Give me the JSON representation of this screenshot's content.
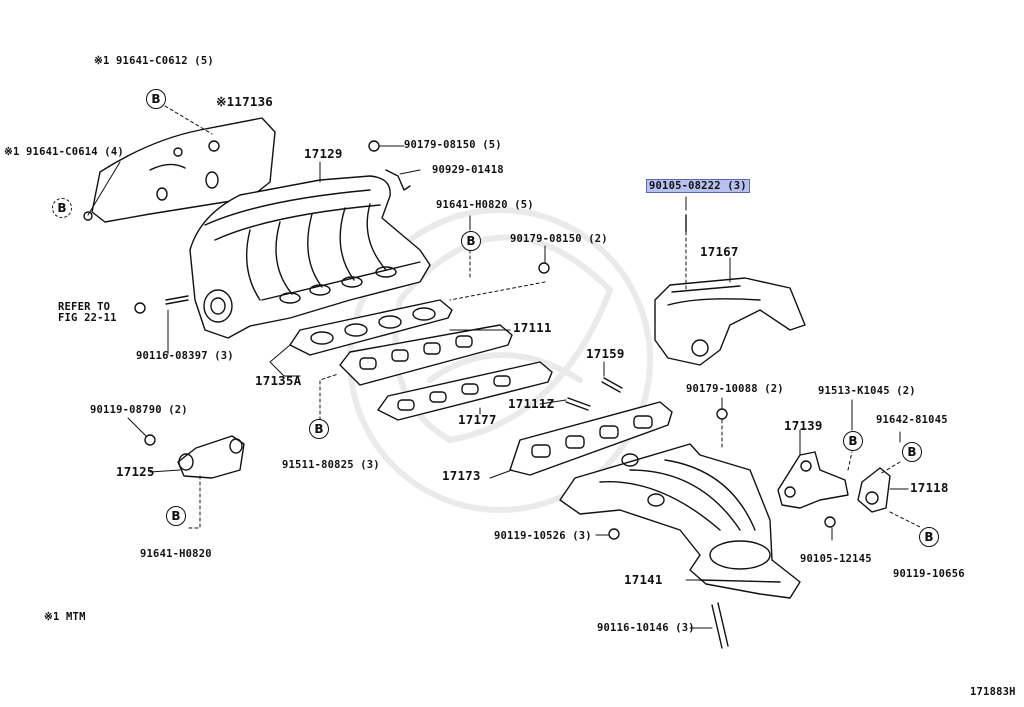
{
  "diagram_id": "171883H",
  "footnote": "※1 MTM",
  "callout_letter": "B",
  "refer_note": [
    "REFER TO",
    "FIG 22-11"
  ],
  "highlight_color": "#b7c0ee",
  "labels": {
    "p91641_c0612": "※1 91641-C0612 (5)",
    "p117136": "※117136",
    "p91641_c0614": "※1 91641-C0614 (4)",
    "p17129": "17129",
    "p90179_08150_5": "90179-08150 (5)",
    "p90929_01418": "90929-01418",
    "p91641_h0820_5": "91641-H0820 (5)",
    "p90179_08150_2": "90179-08150 (2)",
    "p90105_08222": "90105-08222 (3)",
    "p17167": "17167",
    "p90116_08397": "90116-08397 (3)",
    "p17135a": "17135A",
    "p17111": "17111",
    "p17159": "17159",
    "p90179_10088": "90179-10088 (2)",
    "p91513_k1045": "91513-K1045 (2)",
    "p91642_81045": "91642-81045",
    "p90119_08790": "90119-08790 (2)",
    "p17111z": "17111Z",
    "p17177": "17177",
    "p17139": "17139",
    "p17118": "17118",
    "p17125": "17125",
    "p91511_80825": "91511-80825 (3)",
    "p17173": "17173",
    "p90119_10526": "90119-10526 (3)",
    "p90105_12145": "90105-12145",
    "p90119_10656": "90119-10656",
    "p91641_h0820": "91641-H0820",
    "p17141": "17141",
    "p90116_10146": "90116-10146 (3)"
  }
}
